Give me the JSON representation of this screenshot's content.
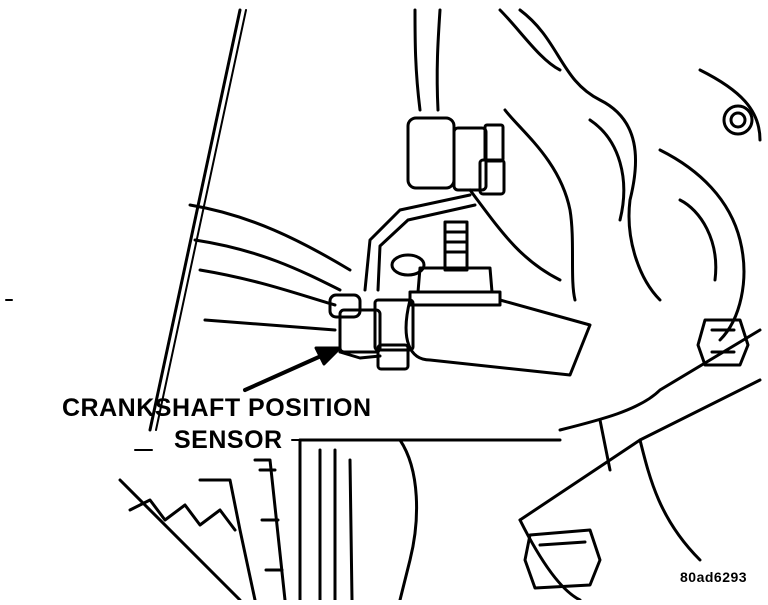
{
  "callout": {
    "line1": "CRANKSHAFT POSITION",
    "line2": "SENSOR"
  },
  "figure_code": "80ad6293",
  "colors": {
    "ink": "#000000",
    "paper": "#ffffff"
  }
}
